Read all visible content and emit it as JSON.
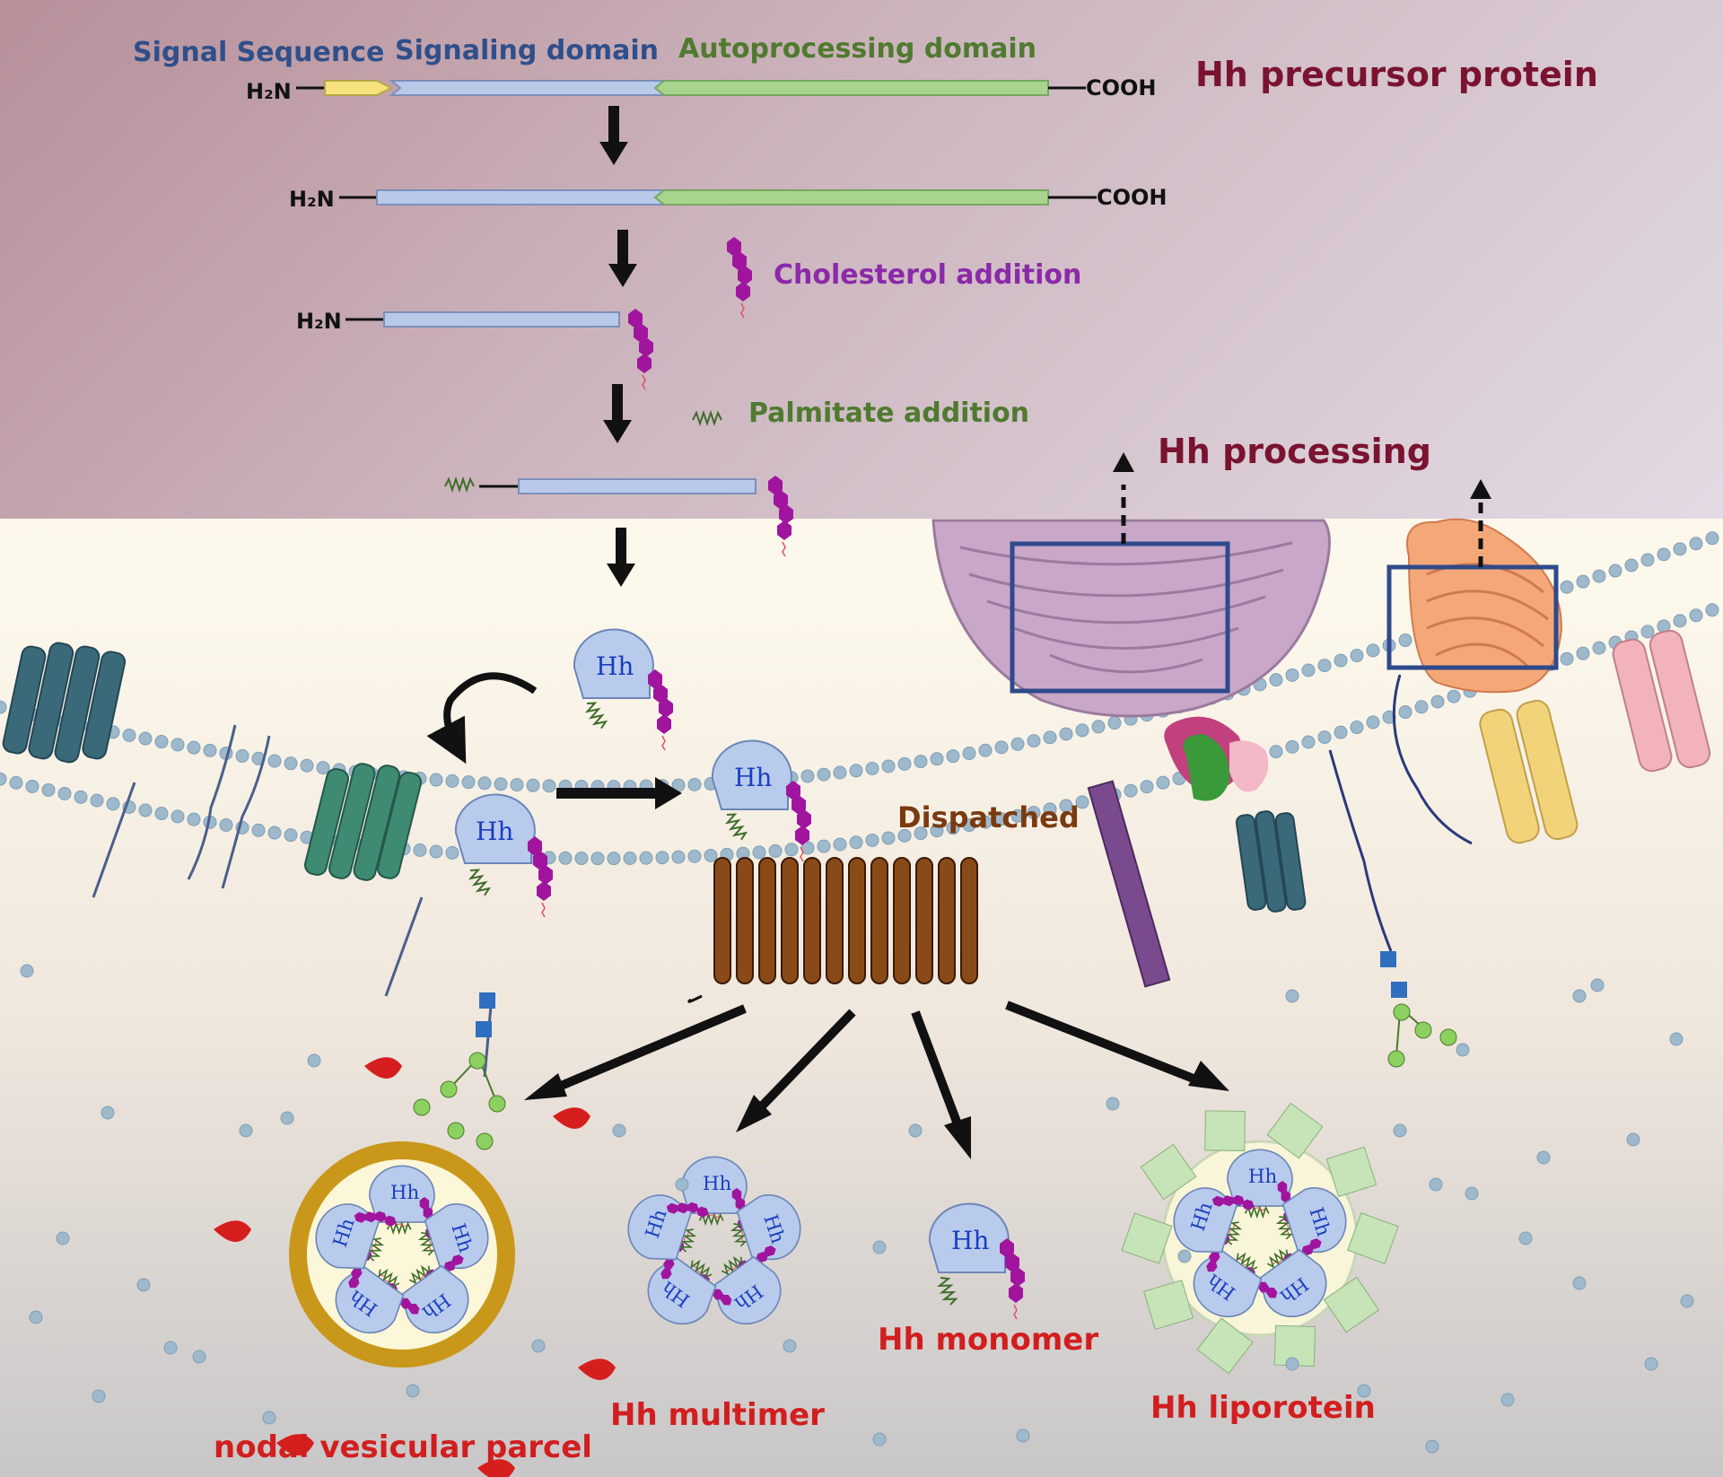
{
  "labels": {
    "signal_sequence": "Signal Sequence",
    "signaling_domain": "Signaling domain",
    "autoprocessing_domain": "Autoprocessing domain",
    "precursor_title": "Hh precursor protein",
    "h2n": "H₂N",
    "cooh": "COOH",
    "cholesterol": "Cholesterol addition",
    "palmitate": "Palmitate addition",
    "processing": "Hh processing",
    "dispatched": "Dispatched",
    "nodal_vesicular_parcel": "nodal vesicular parcel",
    "multimer": "Hh multimer",
    "monomer": "Hh monomer",
    "lipoprotein": "Hh liporotein",
    "hh": "Hh"
  },
  "colors": {
    "signal_sequence": "#f7e27e",
    "signaling_domain": "#b9c9ea",
    "autoprocessing_domain": "#a9d48e",
    "cholesterol": "#9a1aa8",
    "palmitate": "#3f6d2a",
    "title_red": "#7a1330",
    "label_red": "#d21e1e",
    "label_blue": "#2f4f8a",
    "label_green": "#4f7a2f",
    "label_purple": "#8a2aa8",
    "dispatched": "#7a3a10",
    "er": "#b48fb8",
    "golgi": "#f0a070"
  }
}
